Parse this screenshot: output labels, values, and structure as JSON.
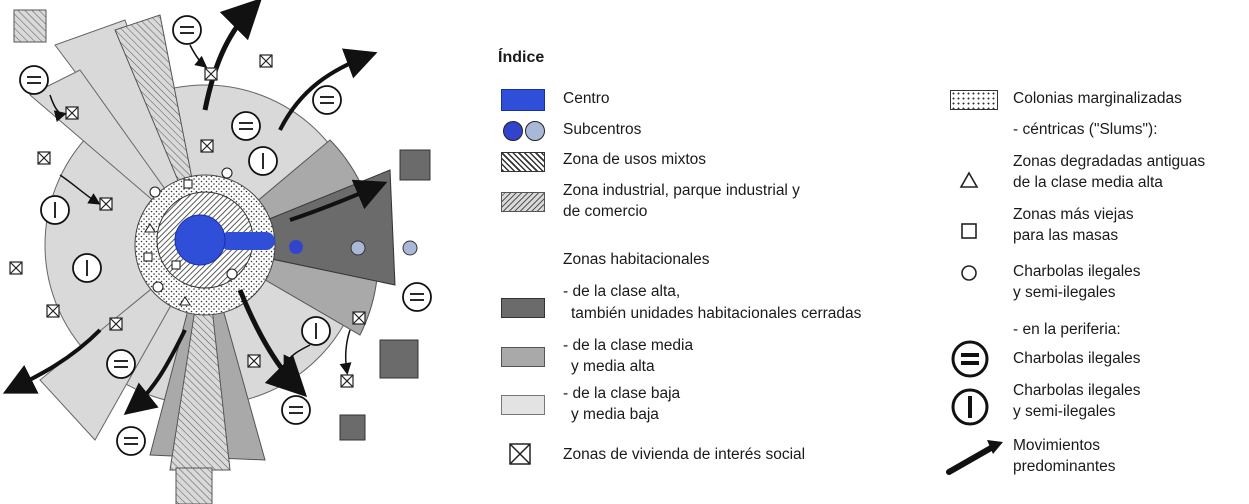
{
  "legend": {
    "title": "Índice",
    "centro": "Centro",
    "subcentros": "Subcentros",
    "mixtos": "Zona de usos mixtos",
    "industrial_1": "Zona industrial, parque industrial y",
    "industrial_2": "de comercio",
    "habitacionales": "Zonas habitacionales",
    "alta_1": "- de la clase alta,",
    "alta_2": "también unidades habitacionales cerradas",
    "media_1": "- de la clase media",
    "media_2": "y media alta",
    "baja_1": "- de la clase baja",
    "baja_2": "y media baja",
    "social": "Zonas de vivienda de interés social",
    "marginal": "Colonias marginalizadas",
    "centricas": "- céntricas (\"Slums\"):",
    "degradadas_1": "Zonas degradadas antiguas",
    "degradadas_2": "de la clase media alta",
    "viejas_1": "Zonas más viejas",
    "viejas_2": "para las masas",
    "charbolas_c_1": "Charbolas ilegales",
    "charbolas_c_2": "y semi-ilegales",
    "periferia": "- en la periferia:",
    "charbolas_p": "Charbolas ilegales",
    "charbolas_ps_1": "Charbolas ilegales",
    "charbolas_ps_2": "y semi-ilegales",
    "movimientos_1": "Movimientos",
    "movimientos_2": "predominantes"
  },
  "colors": {
    "centro": "#2f4fd8",
    "subcentro_dark": "#3344cc",
    "subcentro_light": "#a9b8d6",
    "alta": "#6b6b6b",
    "media": "#a9a9a9",
    "baja": "#d9d9d9"
  }
}
